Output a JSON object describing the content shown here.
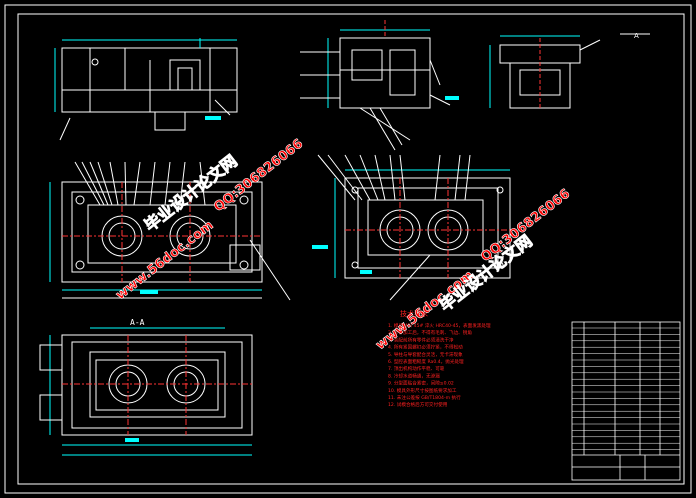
{
  "section_label": "A-A",
  "view_tag": "A",
  "watermarks": {
    "site": "www.56doc.com",
    "qq": "QQ:306826066",
    "brand": "毕业设计论文网"
  },
  "tech_requirements": {
    "title": "技术要求",
    "lines": [
      "1. 模具材料 45# 淬火 HRC40-45，表面发黑处理",
      "2. 零件加工后，不得有毛刺、飞边、锐角",
      "3. 装配前所有零件必须清洗干净",
      "4. 所有紧固螺钉必须拧紧，不得松动",
      "5. 导柱与导套配合灵活，无卡滞现象",
      "6. 型腔表面粗糙度 Ra0.4，抛光处理",
      "7. 顶出机构动作平稳、可靠",
      "8. 冷却水道畅通，无渗漏",
      "9. 分型面贴合紧密，间隙≤0.02",
      "10. 模具外形尺寸按图纸要求加工",
      "11. 未注公差按 GB/T1804-m 执行",
      "12. 试模合格后方可交付使用"
    ]
  },
  "colors": {
    "line": "#ffffff",
    "dim": "#00ffff",
    "leader": "#ffffff",
    "center": "#ff3030",
    "watermark": "#ff0000",
    "tech_text": "#ff2020"
  }
}
